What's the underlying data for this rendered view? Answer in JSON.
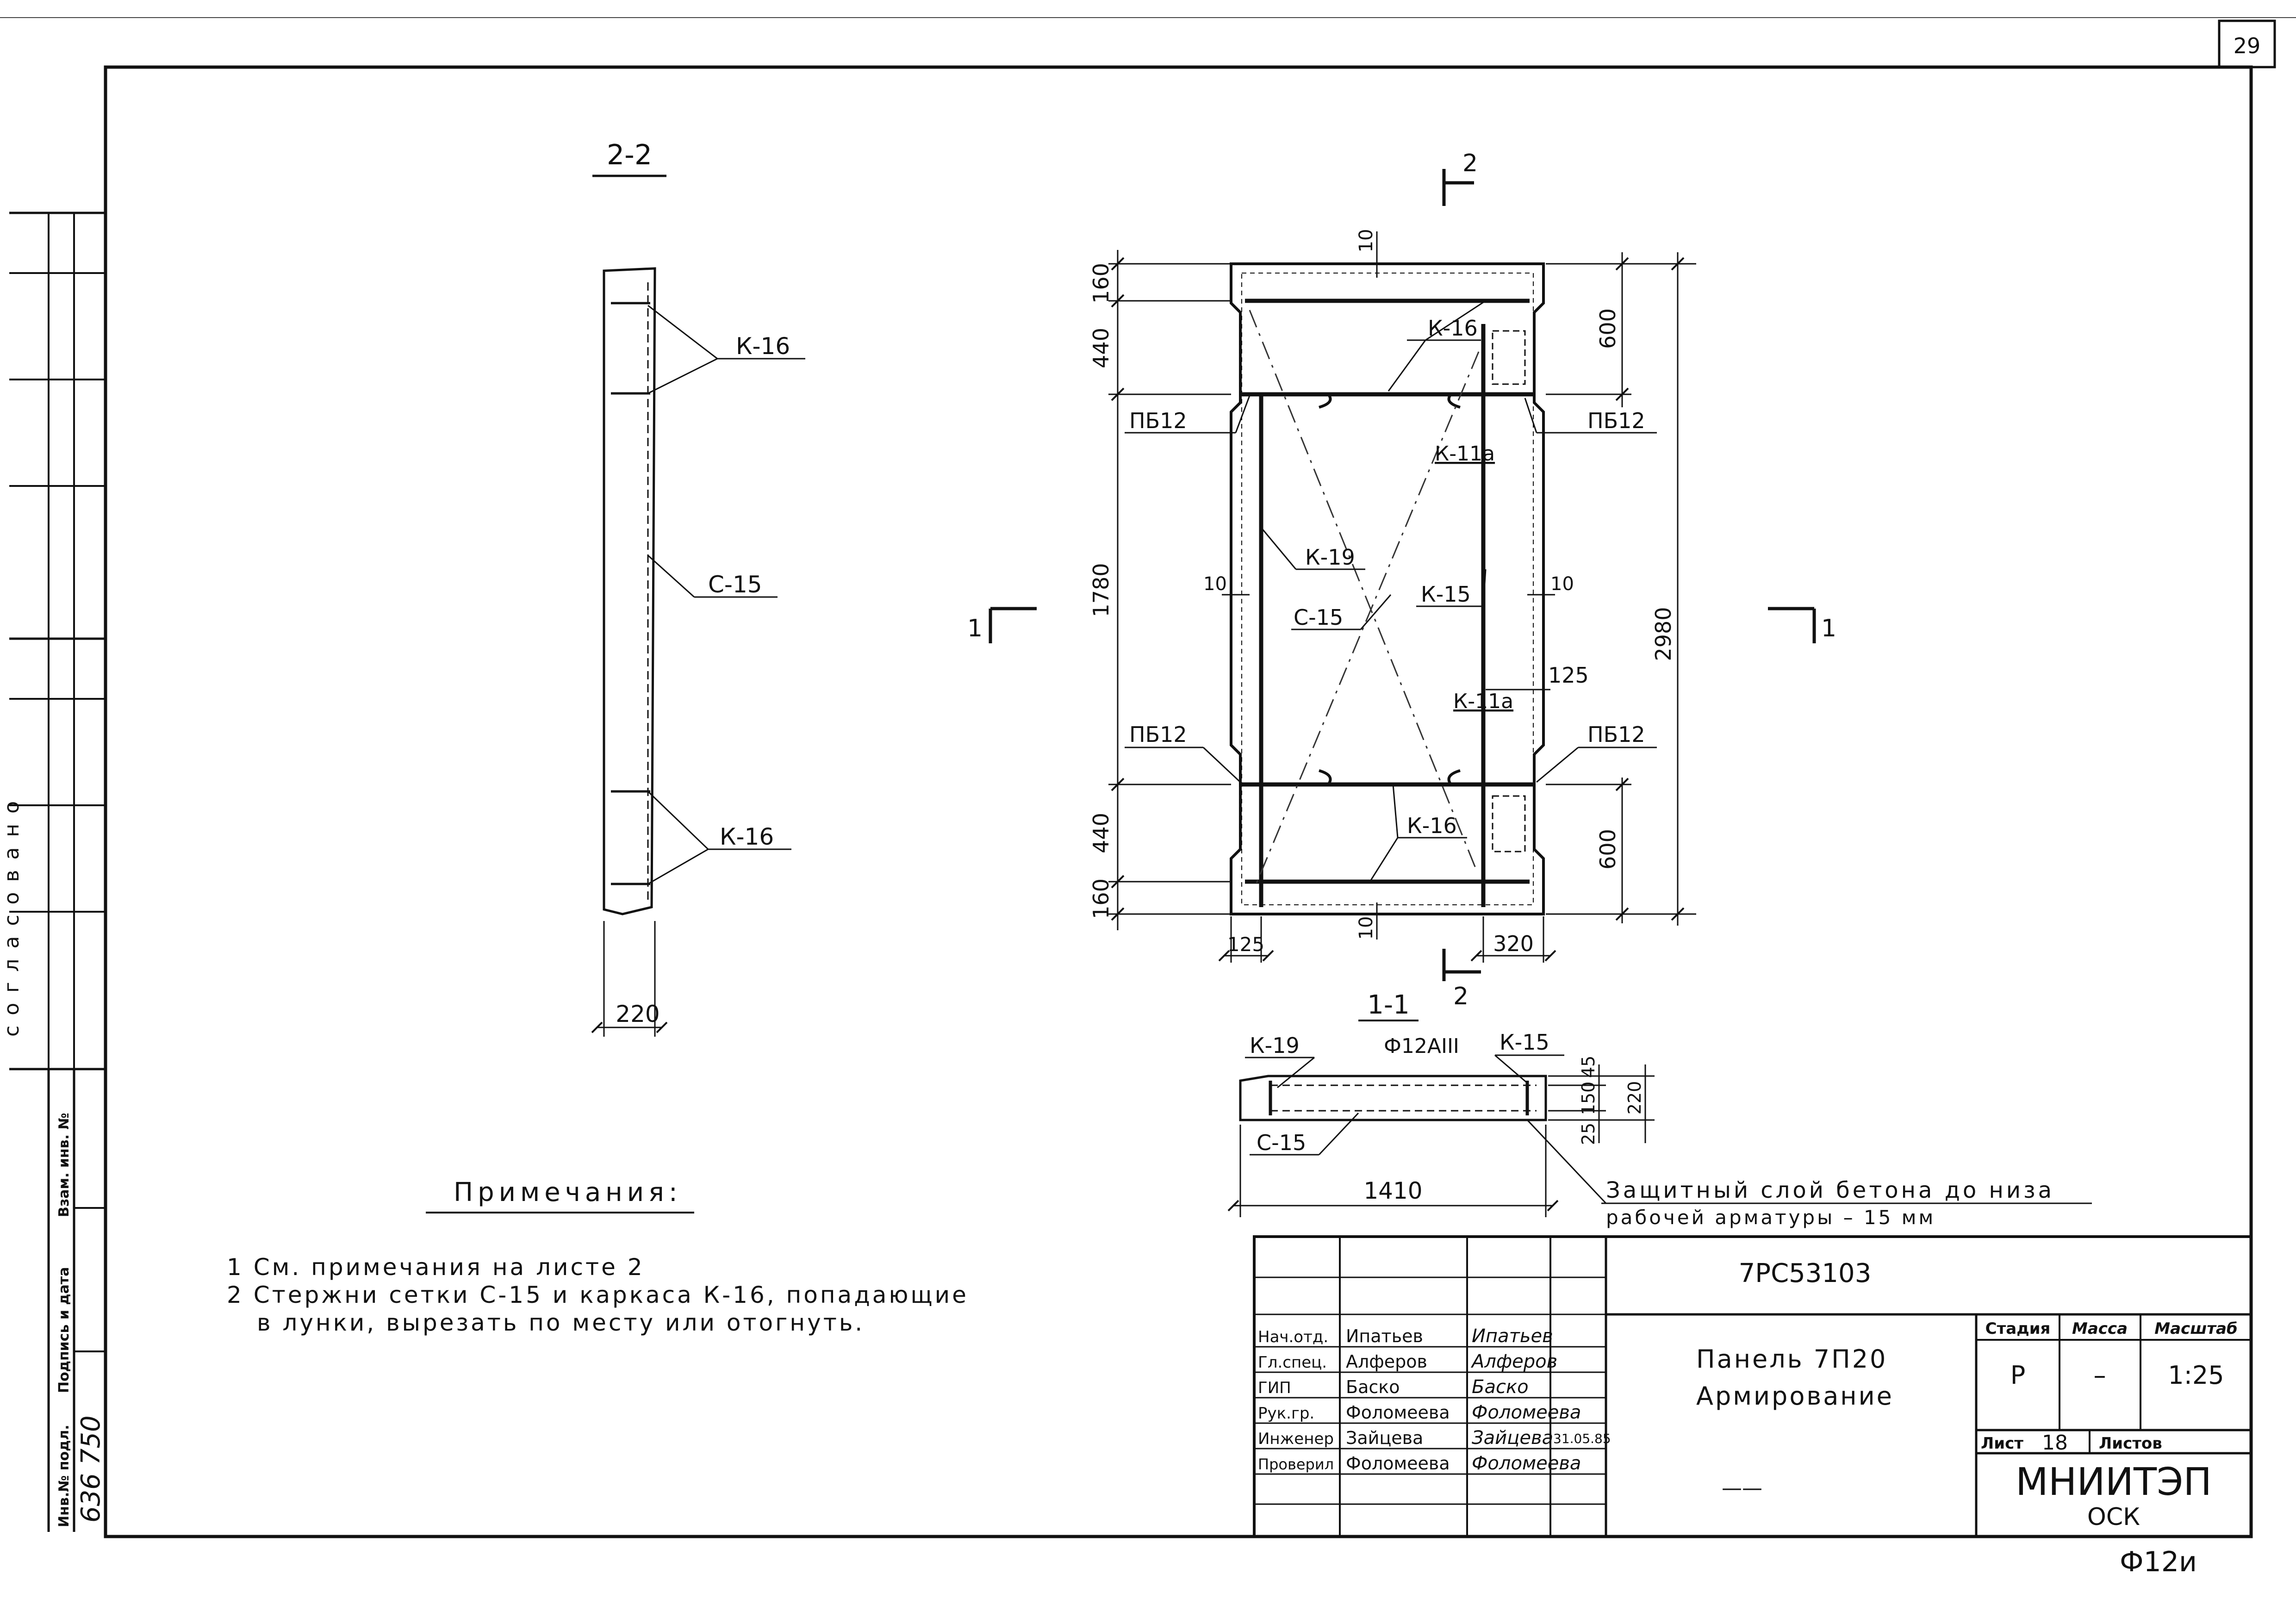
{
  "sheet": {
    "page_number": "29",
    "footer_code": "Ф12и"
  },
  "section_2_2": {
    "title": "2-2",
    "labels": {
      "k16_top": "К-16",
      "c15": "С-15",
      "k16_bottom": "К-16"
    },
    "dim_width": "220"
  },
  "plan": {
    "cut_2_top": "2",
    "cut_2_bottom": "2",
    "cut_1_left": "1",
    "cut_1_right": "1",
    "labels": {
      "k16_top": "К-16",
      "k16_bottom": "К-16",
      "pb12_tl": "ПБ12",
      "pb12_tr": "ПБ12",
      "pb12_bl": "ПБ12",
      "pb12_br": "ПБ12",
      "k11a_top": "К-11а",
      "k11a_bottom": "К-11а",
      "k19": "К-19",
      "c15": "С-15",
      "k15": "К-15"
    },
    "dims": {
      "top_160": "160",
      "top_440": "440",
      "mid_1780": "1780",
      "bot_440": "440",
      "bot_160": "160",
      "right_600_top": "600",
      "right_2980": "2980",
      "right_600_bot": "600",
      "gap_10_top": "10",
      "gap_10_bot": "10",
      "gap_10_left": "10",
      "gap_10_right": "10",
      "dim_125_right": "125",
      "dim_125_bottom": "125",
      "dim_320": "320"
    }
  },
  "section_1_1": {
    "title": "1-1",
    "labels": {
      "k19": "К-19",
      "rebar": "Ф12АIII",
      "k15": "К-15",
      "c15": "С-15"
    },
    "dims": {
      "d45": "45",
      "d150": "150",
      "d25": "25",
      "d220": "220",
      "width": "1410"
    },
    "note_line1": "Защитный слой бетона до низа",
    "note_line2": "рабочей арматуры – 15 мм"
  },
  "notes": {
    "title": "Примечания:",
    "items": [
      "1 См. примечания на листе 2",
      "2 Стержни сетки С-15 и каркаса К-16, попадающие",
      "в лунки, вырезать по месту или отогнуть."
    ]
  },
  "side_stamp": {
    "inv_label": "Инв.№ подл.",
    "sign_label": "Подпись и дата",
    "replace_label": "Взам. инв. №",
    "inv_number": "636 750",
    "agreed": "согласовано"
  },
  "title_block": {
    "doc_code": "7РС53103",
    "title_line1": "Панель 7П20",
    "title_line2": "Армирование",
    "stage_header": "Стадия",
    "mass_header": "Масса",
    "scale_header": "Масштаб",
    "stage": "Р",
    "mass": "–",
    "scale": "1:25",
    "sheet_label": "Лист",
    "sheet_number": "18",
    "sheets_label": "Листов",
    "org": "МНИИТЭП",
    "dept": "ОСК",
    "date": "31.05.85",
    "dash": "——",
    "staff": [
      {
        "role": "Нач.отд.",
        "name": "Ипатьев",
        "signature": "Ипатьев"
      },
      {
        "role": "Гл.спец.",
        "name": "Алферов",
        "signature": "Алферов"
      },
      {
        "role": "ГИП",
        "name": "Баско",
        "signature": "Баско"
      },
      {
        "role": "Рук.гр.",
        "name": "Фоломеева",
        "signature": "Фоломеева"
      },
      {
        "role": "Инженер",
        "name": "Зайцева",
        "signature": "Зайцева"
      },
      {
        "role": "Проверил",
        "name": "Фоломеева",
        "signature": "Фоломеева"
      }
    ]
  }
}
